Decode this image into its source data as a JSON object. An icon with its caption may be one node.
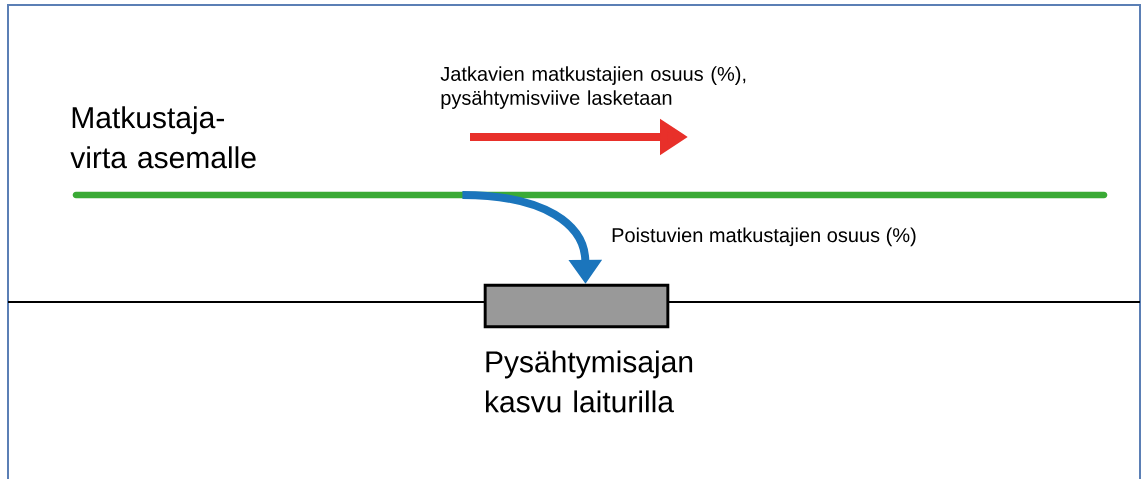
{
  "diagram": {
    "nodes": [
      {
        "text": [],
        "shape": "bar"
      },
      {
        "text": [],
        "shape": "box",
        "beside": [
          "Pysähtymisajan kasvu laiturilla"
        ]
      }
    ],
    "edges": [
      {
        "from": 0,
        "to": 1,
        "arrow": "to",
        "label": "Poistuvien matkustajien osuus (%)"
      }
    ],
    "labels": [
      "Jatkavien matkustajien osuus (%), pysähtymisviive lasketaan",
      "Matkustaja- virta asemalle"
    ]
  }
}
